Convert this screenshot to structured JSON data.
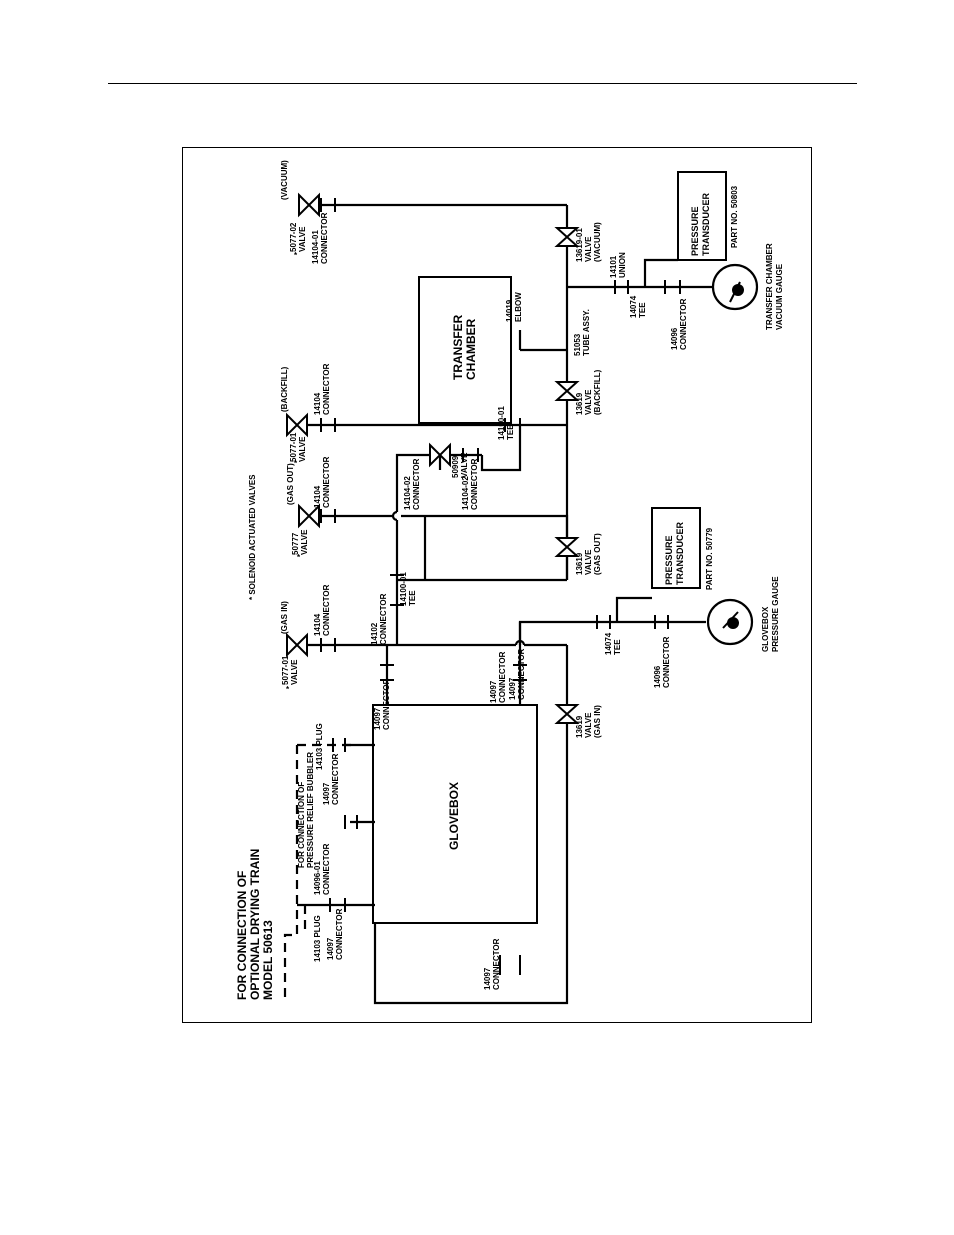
{
  "labels": {
    "drying_train": [
      "FOR CONNECTION OF",
      "OPTIONAL DRYING TRAIN",
      "MODEL 50613"
    ],
    "glovebox": "GLOVEBOX",
    "transfer_chamber": [
      "TRANSFER",
      "CHAMBER"
    ],
    "solenoid_note": "*  SOLENOID ACTUATED VALVES",
    "pt1_box": [
      "PRESSURE",
      "TRANSDUCER"
    ],
    "pt1_part": "PART NO. 50779",
    "pt2_box": [
      "PRESSURE",
      "TRANSDUCER"
    ],
    "pt2_part": "PART NO. 50803",
    "glovebox_gauge": [
      "GLOVEBOX",
      "PRESSURE GAUGE"
    ],
    "transfer_gauge": [
      "TRANSFER CHAMBER",
      "VACUUM GAUGE"
    ],
    "plug_a": "14103 PLUG",
    "conn_a": [
      "14097",
      "CONNECTOR"
    ],
    "conn_b": [
      "14096-01",
      "CONNECTOR"
    ],
    "relief": [
      "FOR CONNECTION OF",
      "PRESSURE RELIEF BUBBLER"
    ],
    "conn_c": [
      "14097",
      "CONNECTOR"
    ],
    "plug_b": "14103 PLUG",
    "conn_d": [
      "14097",
      "CONNECTOR"
    ],
    "conn_e": [
      "14097",
      "CONNECTOR"
    ],
    "valve_gas_in_sol": [
      "5077-01",
      "VALVE"
    ],
    "valve_gas_in_tag": "(GAS IN)",
    "conn_f": [
      "14104",
      "CONNECTOR"
    ],
    "conn_g": [
      "14102",
      "CONNECTOR"
    ],
    "tee_a": [
      "14100-01",
      "TEE"
    ],
    "valve_gas_out_sol": [
      "50777",
      "VALVE"
    ],
    "valve_gas_out_tag": "(GAS OUT)",
    "conn_h": [
      "14104",
      "CONNECTOR"
    ],
    "conn_i": [
      "14104-02",
      "CONNECTOR"
    ],
    "valve_5090": [
      "50909",
      "VALVE"
    ],
    "conn_j": [
      "14104-02",
      "CONNECTOR"
    ],
    "valve_backfill_sol": [
      "5077-01",
      "VALVE"
    ],
    "valve_backfill_tag": "(BACKFILL)",
    "conn_k": [
      "14104",
      "CONNECTOR"
    ],
    "tee_b": [
      "14100-01",
      "TEE"
    ],
    "elbow": [
      "14019",
      "ELBOW"
    ],
    "tube": [
      "51053",
      "TUBE ASSY."
    ],
    "valve_vac_sol": [
      "5077-02",
      "VALVE"
    ],
    "valve_vac_tag": "(VACUUM)",
    "conn_l": [
      "14104-01",
      "CONNECTOR"
    ],
    "union": [
      "14101",
      "UNION"
    ],
    "tee_c": [
      "14074",
      "TEE"
    ],
    "conn_m": [
      "14096",
      "CONNECTOR"
    ],
    "conn_bottom": [
      "14097",
      "CONNECTOR"
    ],
    "valve_m_gas_in": [
      "13619",
      "VALVE",
      "(GAS IN)"
    ],
    "conn_n": [
      "14097",
      "CONNECTOR"
    ],
    "tee_d": [
      "14074",
      "TEE"
    ],
    "conn_o": [
      "14096",
      "CONNECTOR"
    ],
    "valve_m_gas_out": [
      "13619",
      "VALVE",
      "(GAS OUT)"
    ],
    "valve_m_backfill": [
      "13619",
      "VALVE",
      "(BACKFILL)"
    ],
    "valve_m_vacuum": [
      "13619-01",
      "VALVE",
      "(VACUUM)"
    ]
  }
}
